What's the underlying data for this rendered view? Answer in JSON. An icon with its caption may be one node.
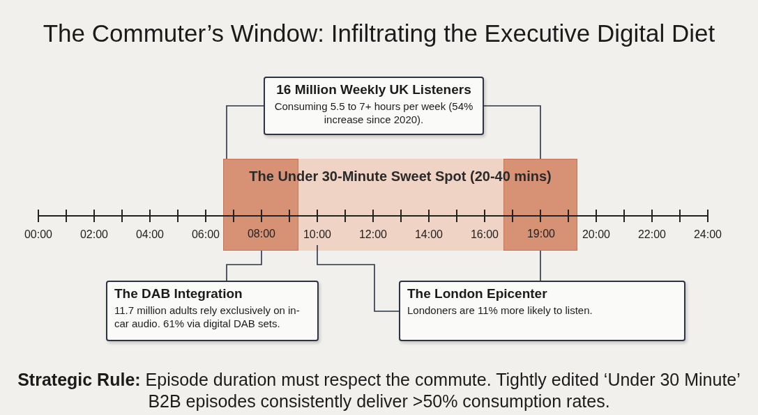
{
  "diagram": {
    "title": "The Commuter’s Window: Infiltrating the Executive Digital Diet",
    "caption": "**Strategic Rule:** Episode duration must respect the commute. Tightly edited ‘Under 30 Minute’ B2B episodes consistently deliver >50% consumption rates.",
    "nodes": [
      {
        "text": [
          "16 Million Weekly UK Listeners",
          "Consuming 5.5 to 7+ hours per week (54% increase since 2020)."
        ]
      },
      {
        "text": [
          "The Under 30-Minute Sweet Spot (20-40 mins)"
        ]
      },
      {
        "text": [
          "08:00"
        ],
        "in": 1
      },
      {
        "text": [
          "19:00"
        ],
        "in": 1
      },
      {
        "text": [
          "10:00"
        ],
        "in": 1
      },
      {
        "text": [
          "The DAB Integration",
          "11.7 million adults rely exclusively on in-car audio. 61% via digital DAB sets."
        ]
      },
      {
        "text": [
          "The London Epicenter",
          "Londoners are 11% more likely to listen."
        ]
      }
    ],
    "edges": [
      {
        "from": 0,
        "to": 2,
        "arrow": "none"
      },
      {
        "from": 0,
        "to": 3,
        "arrow": "none"
      },
      {
        "from": 2,
        "to": 5,
        "arrow": "none"
      },
      {
        "from": 4,
        "to": 6,
        "arrow": "none"
      },
      {
        "from": 3,
        "to": 6,
        "arrow": "none"
      }
    ],
    "labels": [
      "00:00",
      "02:00",
      "04:00",
      "06:00",
      "12:00",
      "14:00",
      "16:00",
      "20:00",
      "22:00",
      "24:00"
    ]
  }
}
